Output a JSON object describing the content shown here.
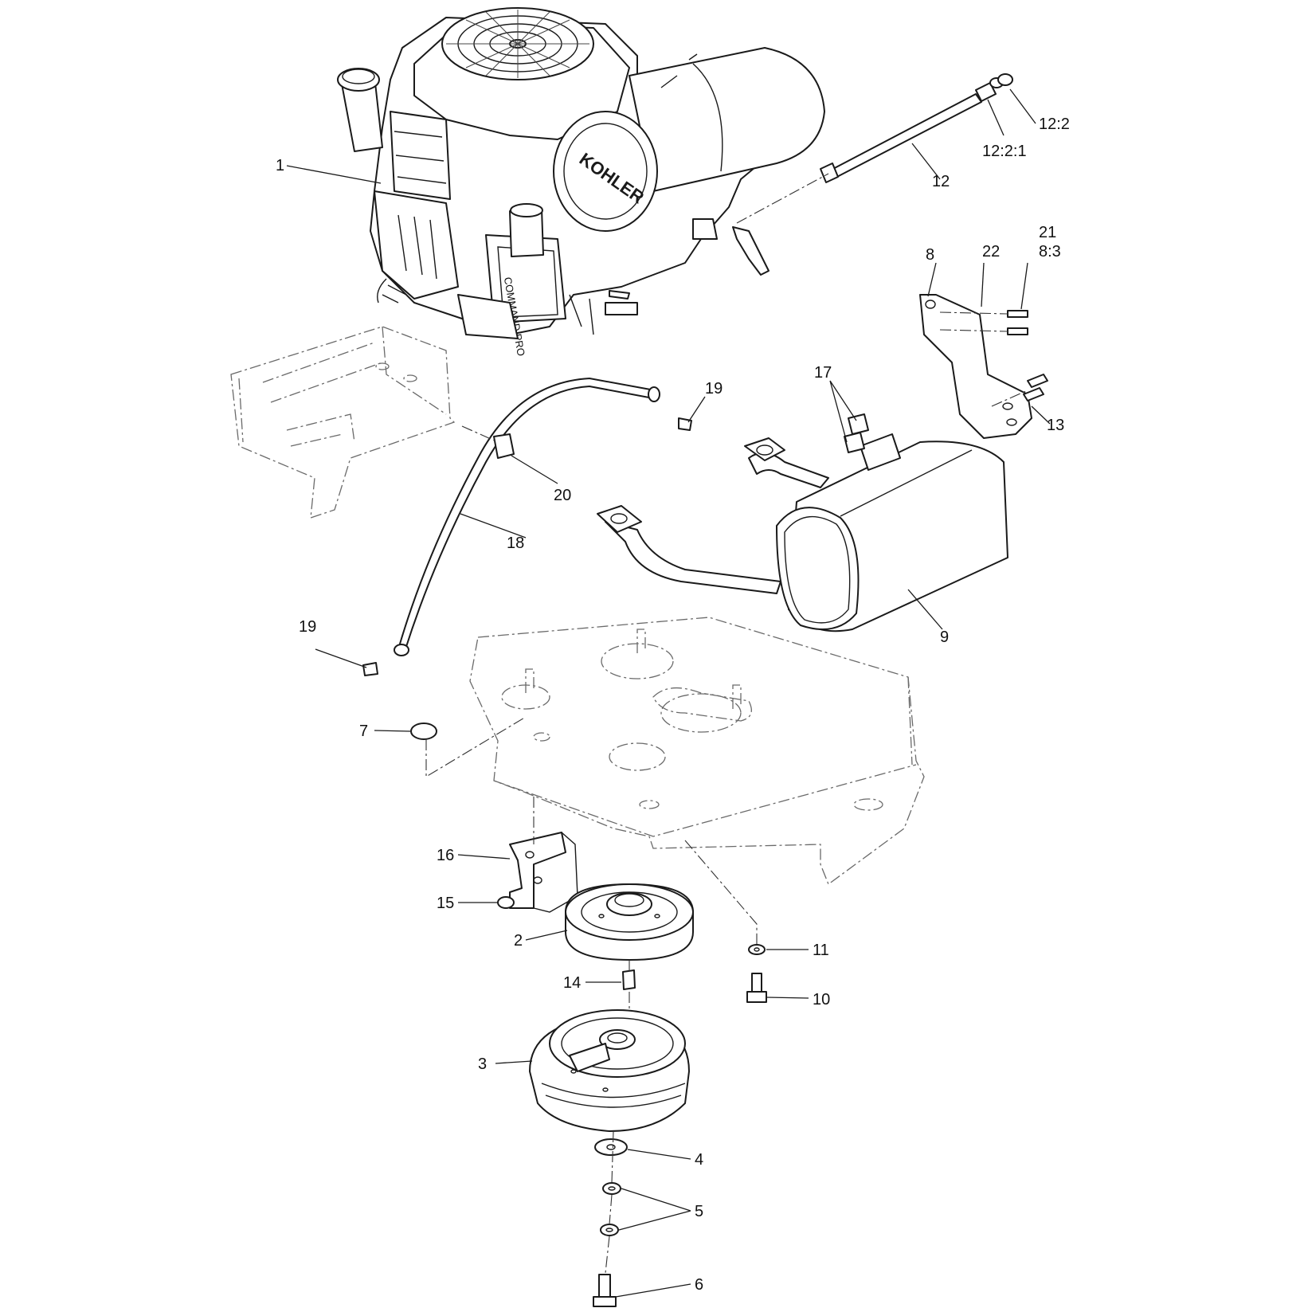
{
  "diagram": {
    "callouts": [
      {
        "id": "1",
        "label": "1"
      },
      {
        "id": "12-2",
        "label": "12:2"
      },
      {
        "id": "12-2-1",
        "label": "12:2:1"
      },
      {
        "id": "12",
        "label": "12"
      },
      {
        "id": "21",
        "label": "21"
      },
      {
        "id": "8-3",
        "label": "8:3"
      },
      {
        "id": "22",
        "label": "22"
      },
      {
        "id": "8",
        "label": "8"
      },
      {
        "id": "17",
        "label": "17"
      },
      {
        "id": "19-top",
        "label": "19"
      },
      {
        "id": "13",
        "label": "13"
      },
      {
        "id": "20",
        "label": "20"
      },
      {
        "id": "18",
        "label": "18"
      },
      {
        "id": "19-bottom",
        "label": "19"
      },
      {
        "id": "9",
        "label": "9"
      },
      {
        "id": "7",
        "label": "7"
      },
      {
        "id": "16",
        "label": "16"
      },
      {
        "id": "15",
        "label": "15"
      },
      {
        "id": "2",
        "label": "2"
      },
      {
        "id": "11",
        "label": "11"
      },
      {
        "id": "14",
        "label": "14"
      },
      {
        "id": "10",
        "label": "10"
      },
      {
        "id": "3",
        "label": "3"
      },
      {
        "id": "4",
        "label": "4"
      },
      {
        "id": "5",
        "label": "5"
      },
      {
        "id": "6",
        "label": "6"
      }
    ],
    "engine_logo": "KOHLER",
    "engine_badge": "COMMAND PRO"
  }
}
